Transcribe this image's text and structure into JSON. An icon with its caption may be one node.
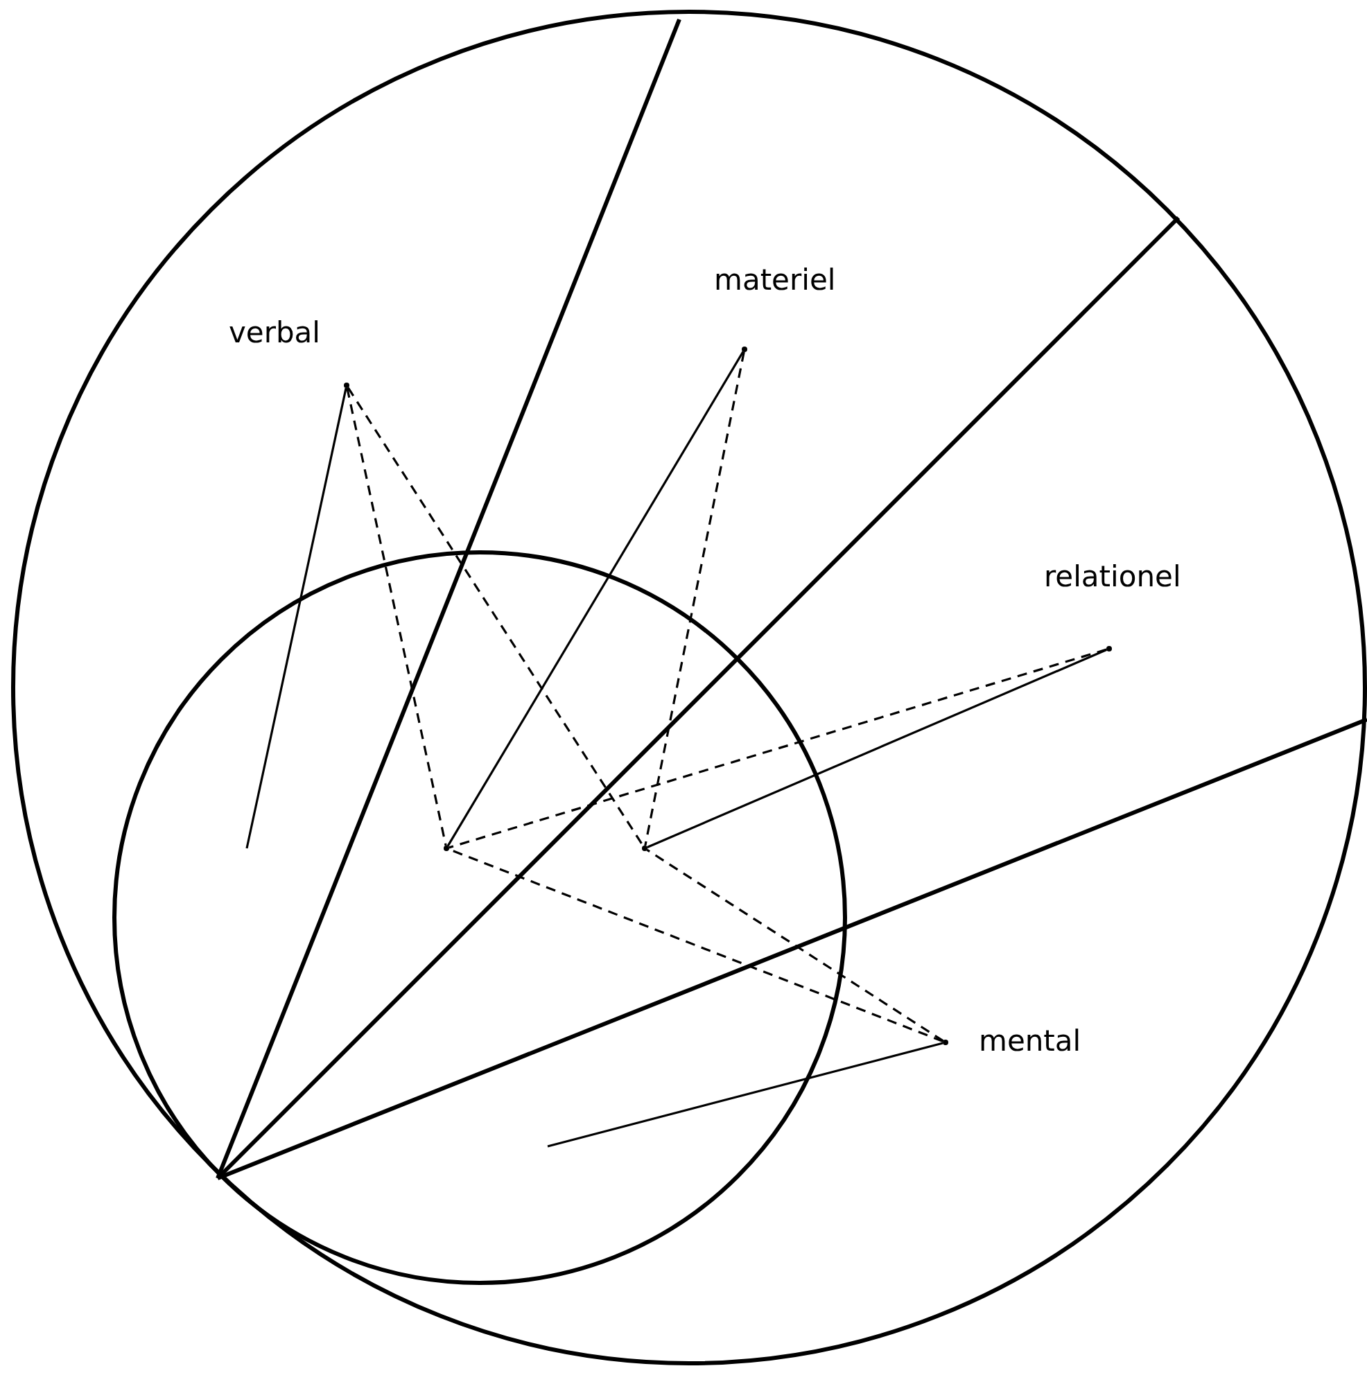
{
  "diagram": {
    "nodes": [
      {
        "text": [],
        "shape": "circle"
      },
      {
        "text": [],
        "shape": "circle",
        "in": 0
      },
      {
        "text": [],
        "shape": "point",
        "in": 0,
        "beside": [
          "verbal"
        ]
      },
      {
        "text": [],
        "shape": "point",
        "in": 0,
        "beside": [
          "materiel"
        ]
      },
      {
        "text": [],
        "shape": "point",
        "in": 0,
        "beside": [
          "relationel"
        ]
      },
      {
        "text": [],
        "shape": "point",
        "in": 0,
        "beside": [
          "mental"
        ]
      },
      {
        "text": [],
        "shape": "point",
        "in": 1
      },
      {
        "text": [],
        "shape": "point",
        "in": 1
      }
    ],
    "edges": [
      {
        "from": 2,
        "to": null,
        "arrow": "none"
      },
      {
        "from": 2,
        "to": 6,
        "arrow": "none",
        "style": "dashed"
      },
      {
        "from": 2,
        "to": 7,
        "arrow": "none",
        "style": "dashed"
      },
      {
        "from": 3,
        "to": 6,
        "arrow": "none"
      },
      {
        "from": 3,
        "to": 7,
        "arrow": "none",
        "style": "dashed"
      },
      {
        "from": 4,
        "to": 7,
        "arrow": "none"
      },
      {
        "from": 4,
        "to": 6,
        "arrow": "none",
        "style": "dashed"
      },
      {
        "from": 5,
        "to": null,
        "arrow": "none"
      },
      {
        "from": 5,
        "to": 6,
        "arrow": "none",
        "style": "dashed"
      },
      {
        "from": 5,
        "to": 7,
        "arrow": "none",
        "style": "dashed"
      }
    ]
  }
}
